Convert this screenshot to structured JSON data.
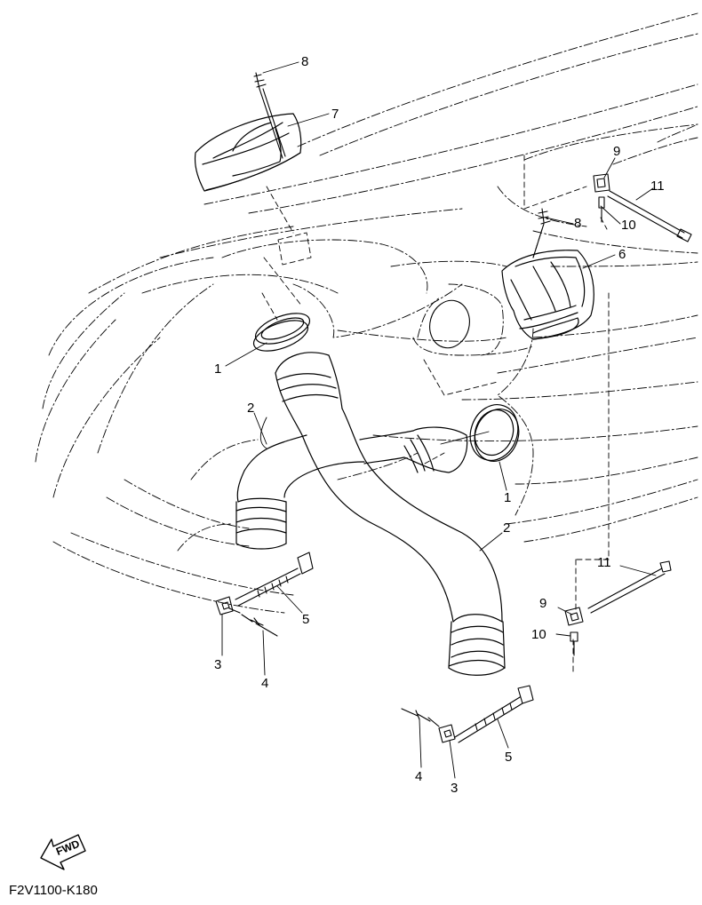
{
  "diagram": {
    "callouts": [
      {
        "id": "c8a",
        "label": "8"
      },
      {
        "id": "c7",
        "label": "7"
      },
      {
        "id": "c9a",
        "label": "9"
      },
      {
        "id": "c11a",
        "label": "11"
      },
      {
        "id": "c8b",
        "label": "8"
      },
      {
        "id": "c10a",
        "label": "10"
      },
      {
        "id": "c6",
        "label": "6"
      },
      {
        "id": "c1a",
        "label": "1"
      },
      {
        "id": "c2a",
        "label": "2"
      },
      {
        "id": "c1b",
        "label": "1"
      },
      {
        "id": "c2b",
        "label": "2"
      },
      {
        "id": "c11b",
        "label": "11"
      },
      {
        "id": "c9b",
        "label": "9"
      },
      {
        "id": "c10b",
        "label": "10"
      },
      {
        "id": "c5a",
        "label": "5"
      },
      {
        "id": "c3a",
        "label": "3"
      },
      {
        "id": "c4a",
        "label": "4"
      },
      {
        "id": "c5b",
        "label": "5"
      },
      {
        "id": "c4b",
        "label": "4"
      },
      {
        "id": "c3b",
        "label": "3"
      }
    ],
    "direction_label": "FWD",
    "drawing_code": "F2V1100-K180"
  }
}
